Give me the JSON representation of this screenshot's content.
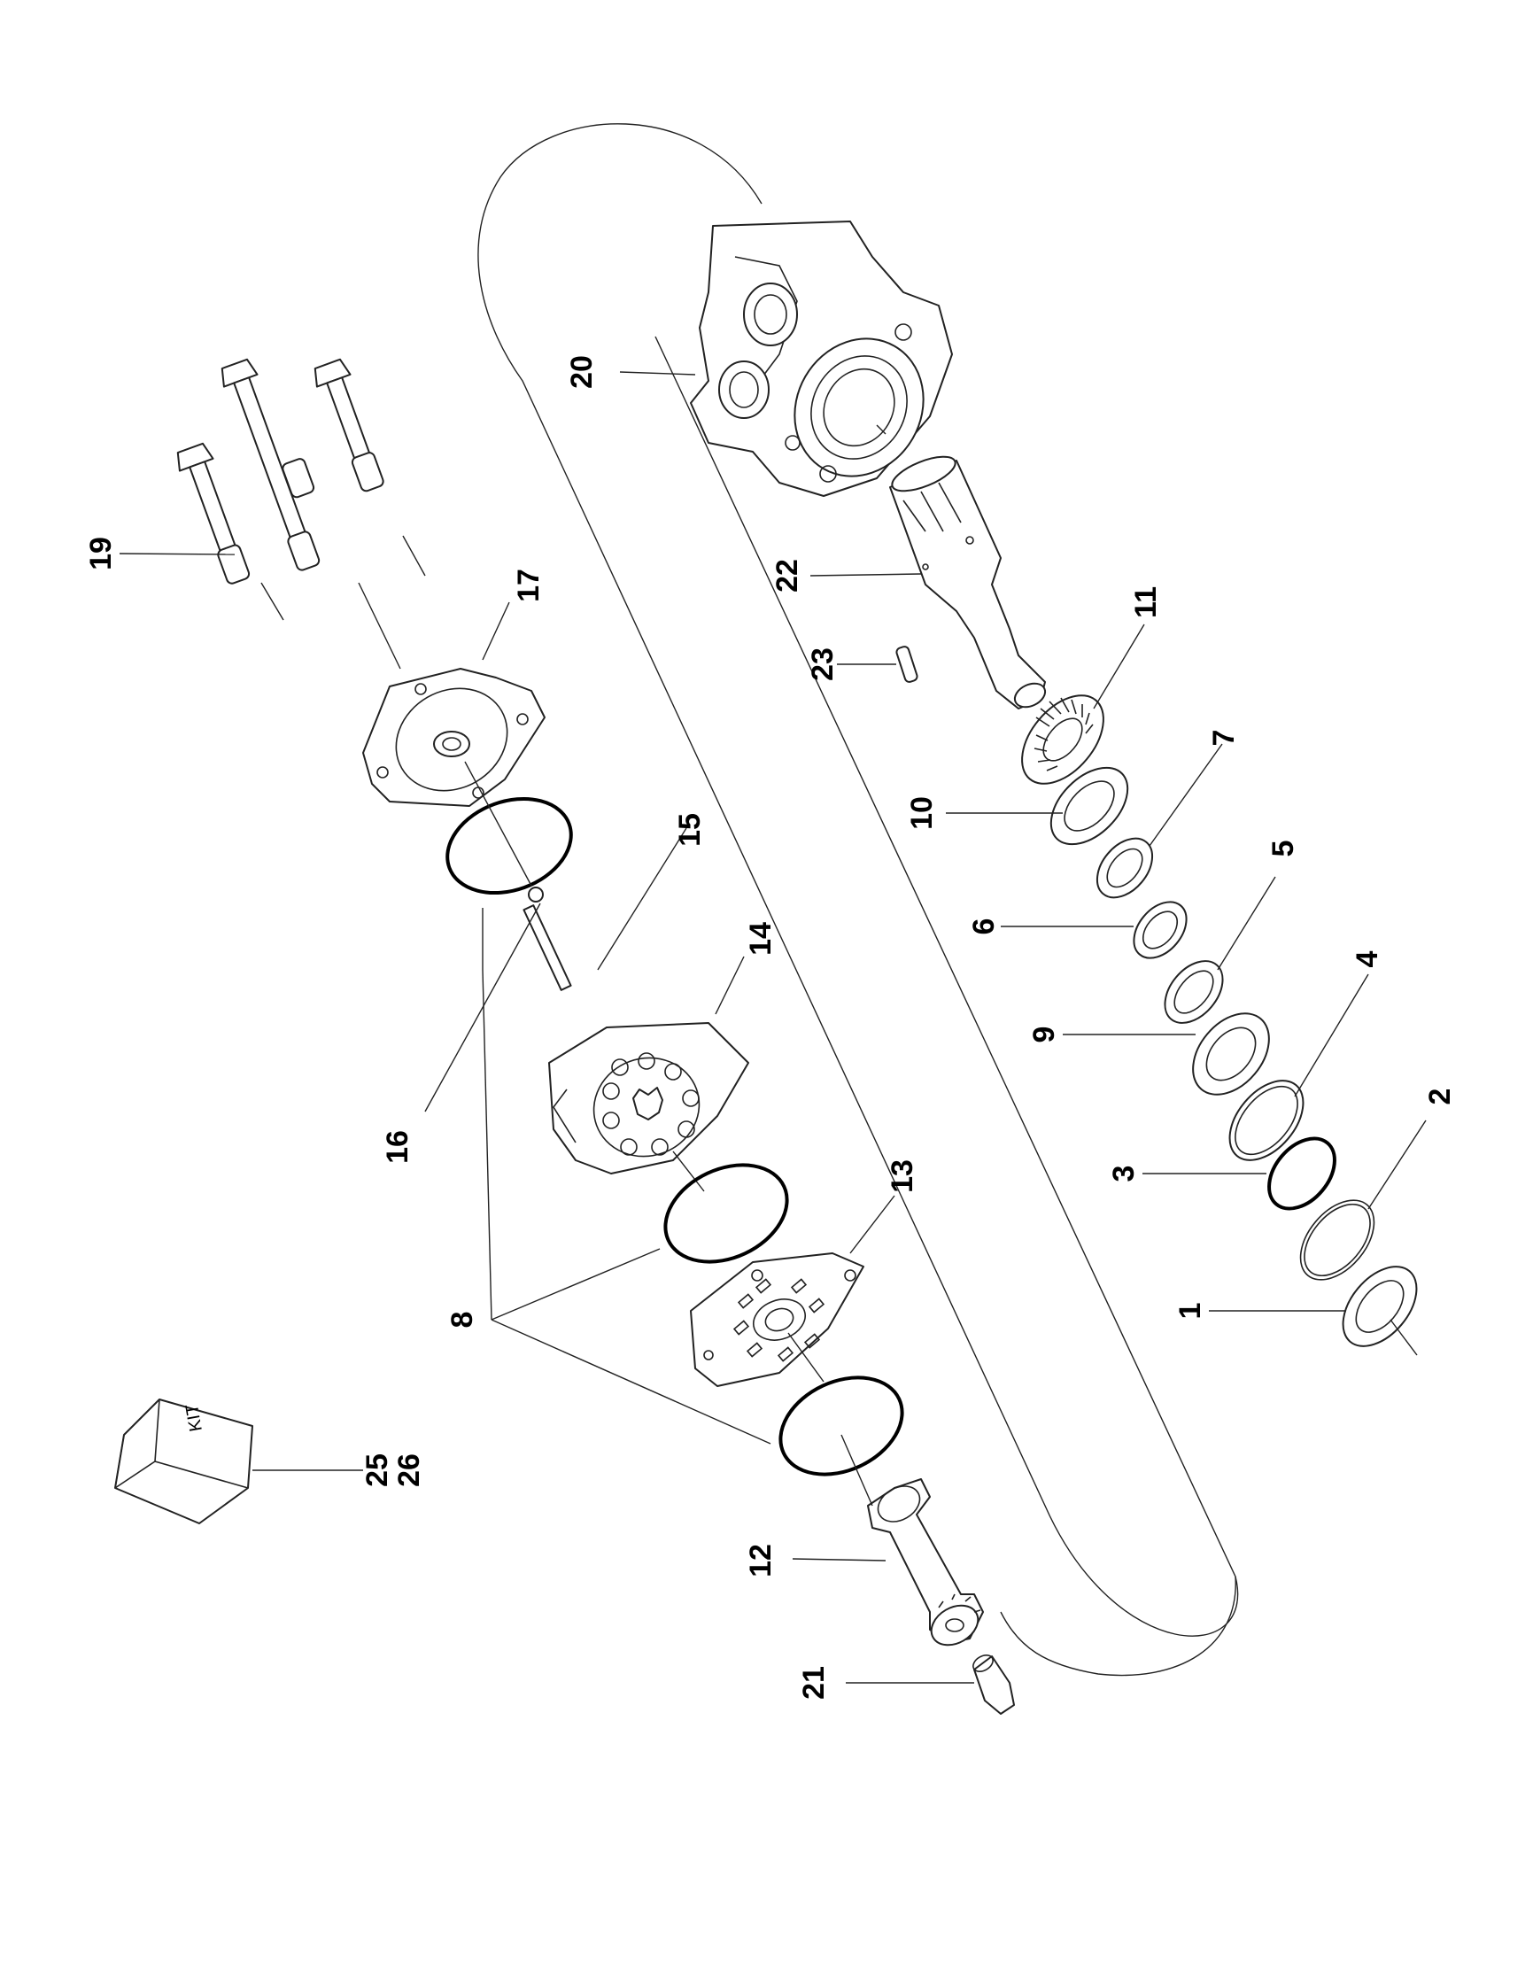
{
  "diagram": {
    "kit_text": "KIT",
    "callouts": [
      {
        "id": "1",
        "text": "1"
      },
      {
        "id": "2",
        "text": "2"
      },
      {
        "id": "3",
        "text": "3"
      },
      {
        "id": "4",
        "text": "4"
      },
      {
        "id": "5",
        "text": "5"
      },
      {
        "id": "6",
        "text": "6"
      },
      {
        "id": "7",
        "text": "7"
      },
      {
        "id": "8",
        "text": "8"
      },
      {
        "id": "9",
        "text": "9"
      },
      {
        "id": "10",
        "text": "10"
      },
      {
        "id": "11",
        "text": "11"
      },
      {
        "id": "12",
        "text": "12"
      },
      {
        "id": "13",
        "text": "13"
      },
      {
        "id": "14",
        "text": "14"
      },
      {
        "id": "15",
        "text": "15"
      },
      {
        "id": "16",
        "text": "16"
      },
      {
        "id": "17",
        "text": "17"
      },
      {
        "id": "19",
        "text": "19"
      },
      {
        "id": "20",
        "text": "20"
      },
      {
        "id": "21",
        "text": "21"
      },
      {
        "id": "22",
        "text": "22"
      },
      {
        "id": "23",
        "text": "23"
      },
      {
        "id": "25",
        "text": "25"
      },
      {
        "id": "26",
        "text": "26"
      }
    ]
  }
}
